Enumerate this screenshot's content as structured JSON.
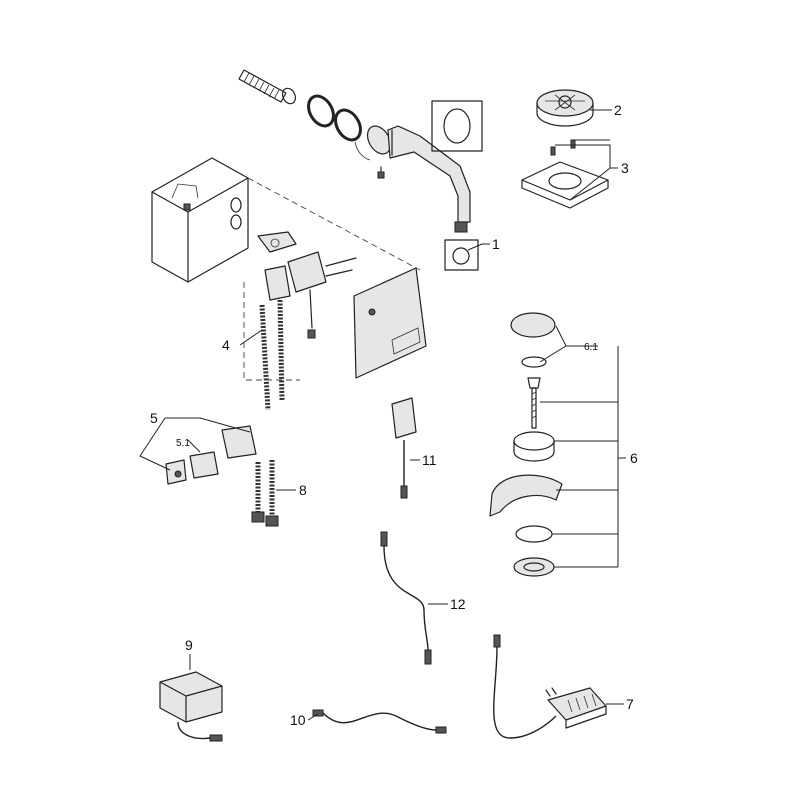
{
  "diagram": {
    "callouts": [
      {
        "id": "1",
        "label": "1"
      },
      {
        "id": "2",
        "label": "2"
      },
      {
        "id": "3",
        "label": "3"
      },
      {
        "id": "4",
        "label": "4"
      },
      {
        "id": "5",
        "label": "5"
      },
      {
        "id": "5.1",
        "label": "5.1"
      },
      {
        "id": "6",
        "label": "6"
      },
      {
        "id": "6.1",
        "label": "6.1"
      },
      {
        "id": "7",
        "label": "7"
      },
      {
        "id": "8",
        "label": "8"
      },
      {
        "id": "9",
        "label": "9"
      },
      {
        "id": "10",
        "label": "10"
      },
      {
        "id": "11",
        "label": "11"
      },
      {
        "id": "12",
        "label": "12"
      }
    ]
  }
}
